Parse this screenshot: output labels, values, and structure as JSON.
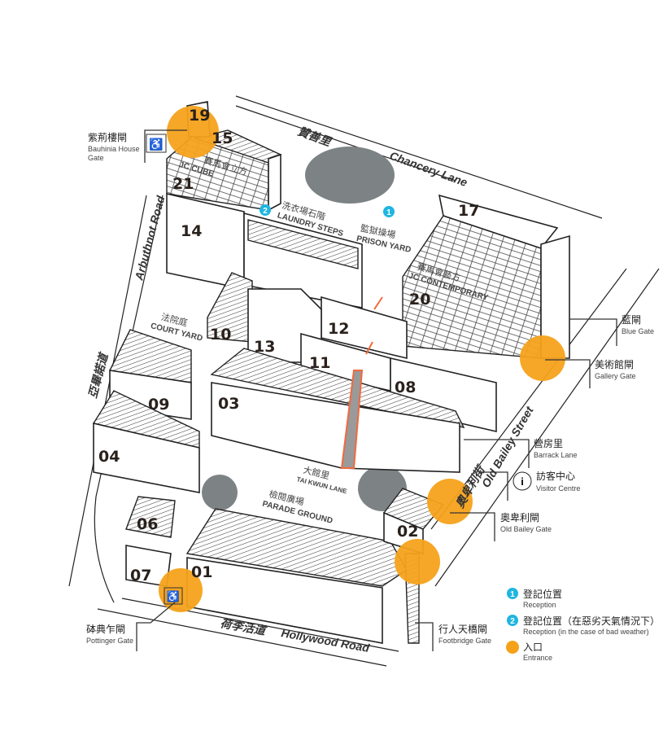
{
  "colors": {
    "entrance": "#f5a21b",
    "reception": "#1fb6e0",
    "path": "#f06a3c"
  },
  "buildings": [
    "01",
    "02",
    "03",
    "04",
    "06",
    "07",
    "08",
    "09",
    "10",
    "11",
    "12",
    "13",
    "14",
    "15",
    "17",
    "19",
    "20",
    "21"
  ],
  "places": {
    "jc_cube": {
      "zh": "賽馬會立方",
      "en": "JC CUBE"
    },
    "jc_contemporary": {
      "zh": "賽馬會藝方",
      "en": "JC CONTEMPORARY"
    },
    "laundry_steps": {
      "zh": "洗衣場石階",
      "en": "LAUNDRY STEPS"
    },
    "prison_yard": {
      "zh": "監獄操場",
      "en": "PRISON YARD"
    },
    "court_yard": {
      "zh": "法院庭",
      "en": "COURT YARD"
    },
    "tai_kwun_lane": {
      "zh": "大館里",
      "en": "TAI KWUN LANE"
    },
    "parade_ground": {
      "zh": "檢閱廣場",
      "en": "PARADE GROUND"
    }
  },
  "streets": {
    "chancery_zh": "贊善里",
    "chancery_en": "Chancery Lane",
    "arbuthnot_zh": "亞畢諾道",
    "arbuthnot_en": "Arbuthnot Road",
    "old_bailey_zh": "奧卑利街",
    "old_bailey_en": "Old Bailey Street",
    "hollywood_zh": "荷李活道",
    "hollywood_en": "Hollywood Road"
  },
  "gates": {
    "bauhinia": {
      "zh": "紫荊樓閘",
      "en1": "Bauhinia House",
      "en2": "Gate"
    },
    "blue": {
      "zh": "藍閘",
      "en": "Blue Gate"
    },
    "gallery": {
      "zh": "美術館閘",
      "en": "Gallery Gate"
    },
    "barrack": {
      "zh": "營房里",
      "en": "Barrack Lane"
    },
    "visitor": {
      "zh": "訪客中心",
      "en": "Visitor Centre"
    },
    "old_bailey": {
      "zh": "奧卑利閘",
      "en": "Old Bailey Gate"
    },
    "pottinger": {
      "zh": "砵典乍閘",
      "en": "Pottinger Gate"
    },
    "footbridge": {
      "zh": "行人天橋閘",
      "en": "Footbridge Gate"
    }
  },
  "legend": [
    {
      "badge": "1",
      "zh": "登記位置",
      "en": "Reception"
    },
    {
      "badge": "2",
      "zh": "登記位置（在惡劣天氣情況下）",
      "en": "Reception (in the case of bad weather)"
    },
    {
      "badge": "",
      "zh": "入口",
      "en": "Entrance"
    }
  ],
  "icons": {
    "accessible": "wheelchair-icon",
    "info": "info-icon"
  }
}
